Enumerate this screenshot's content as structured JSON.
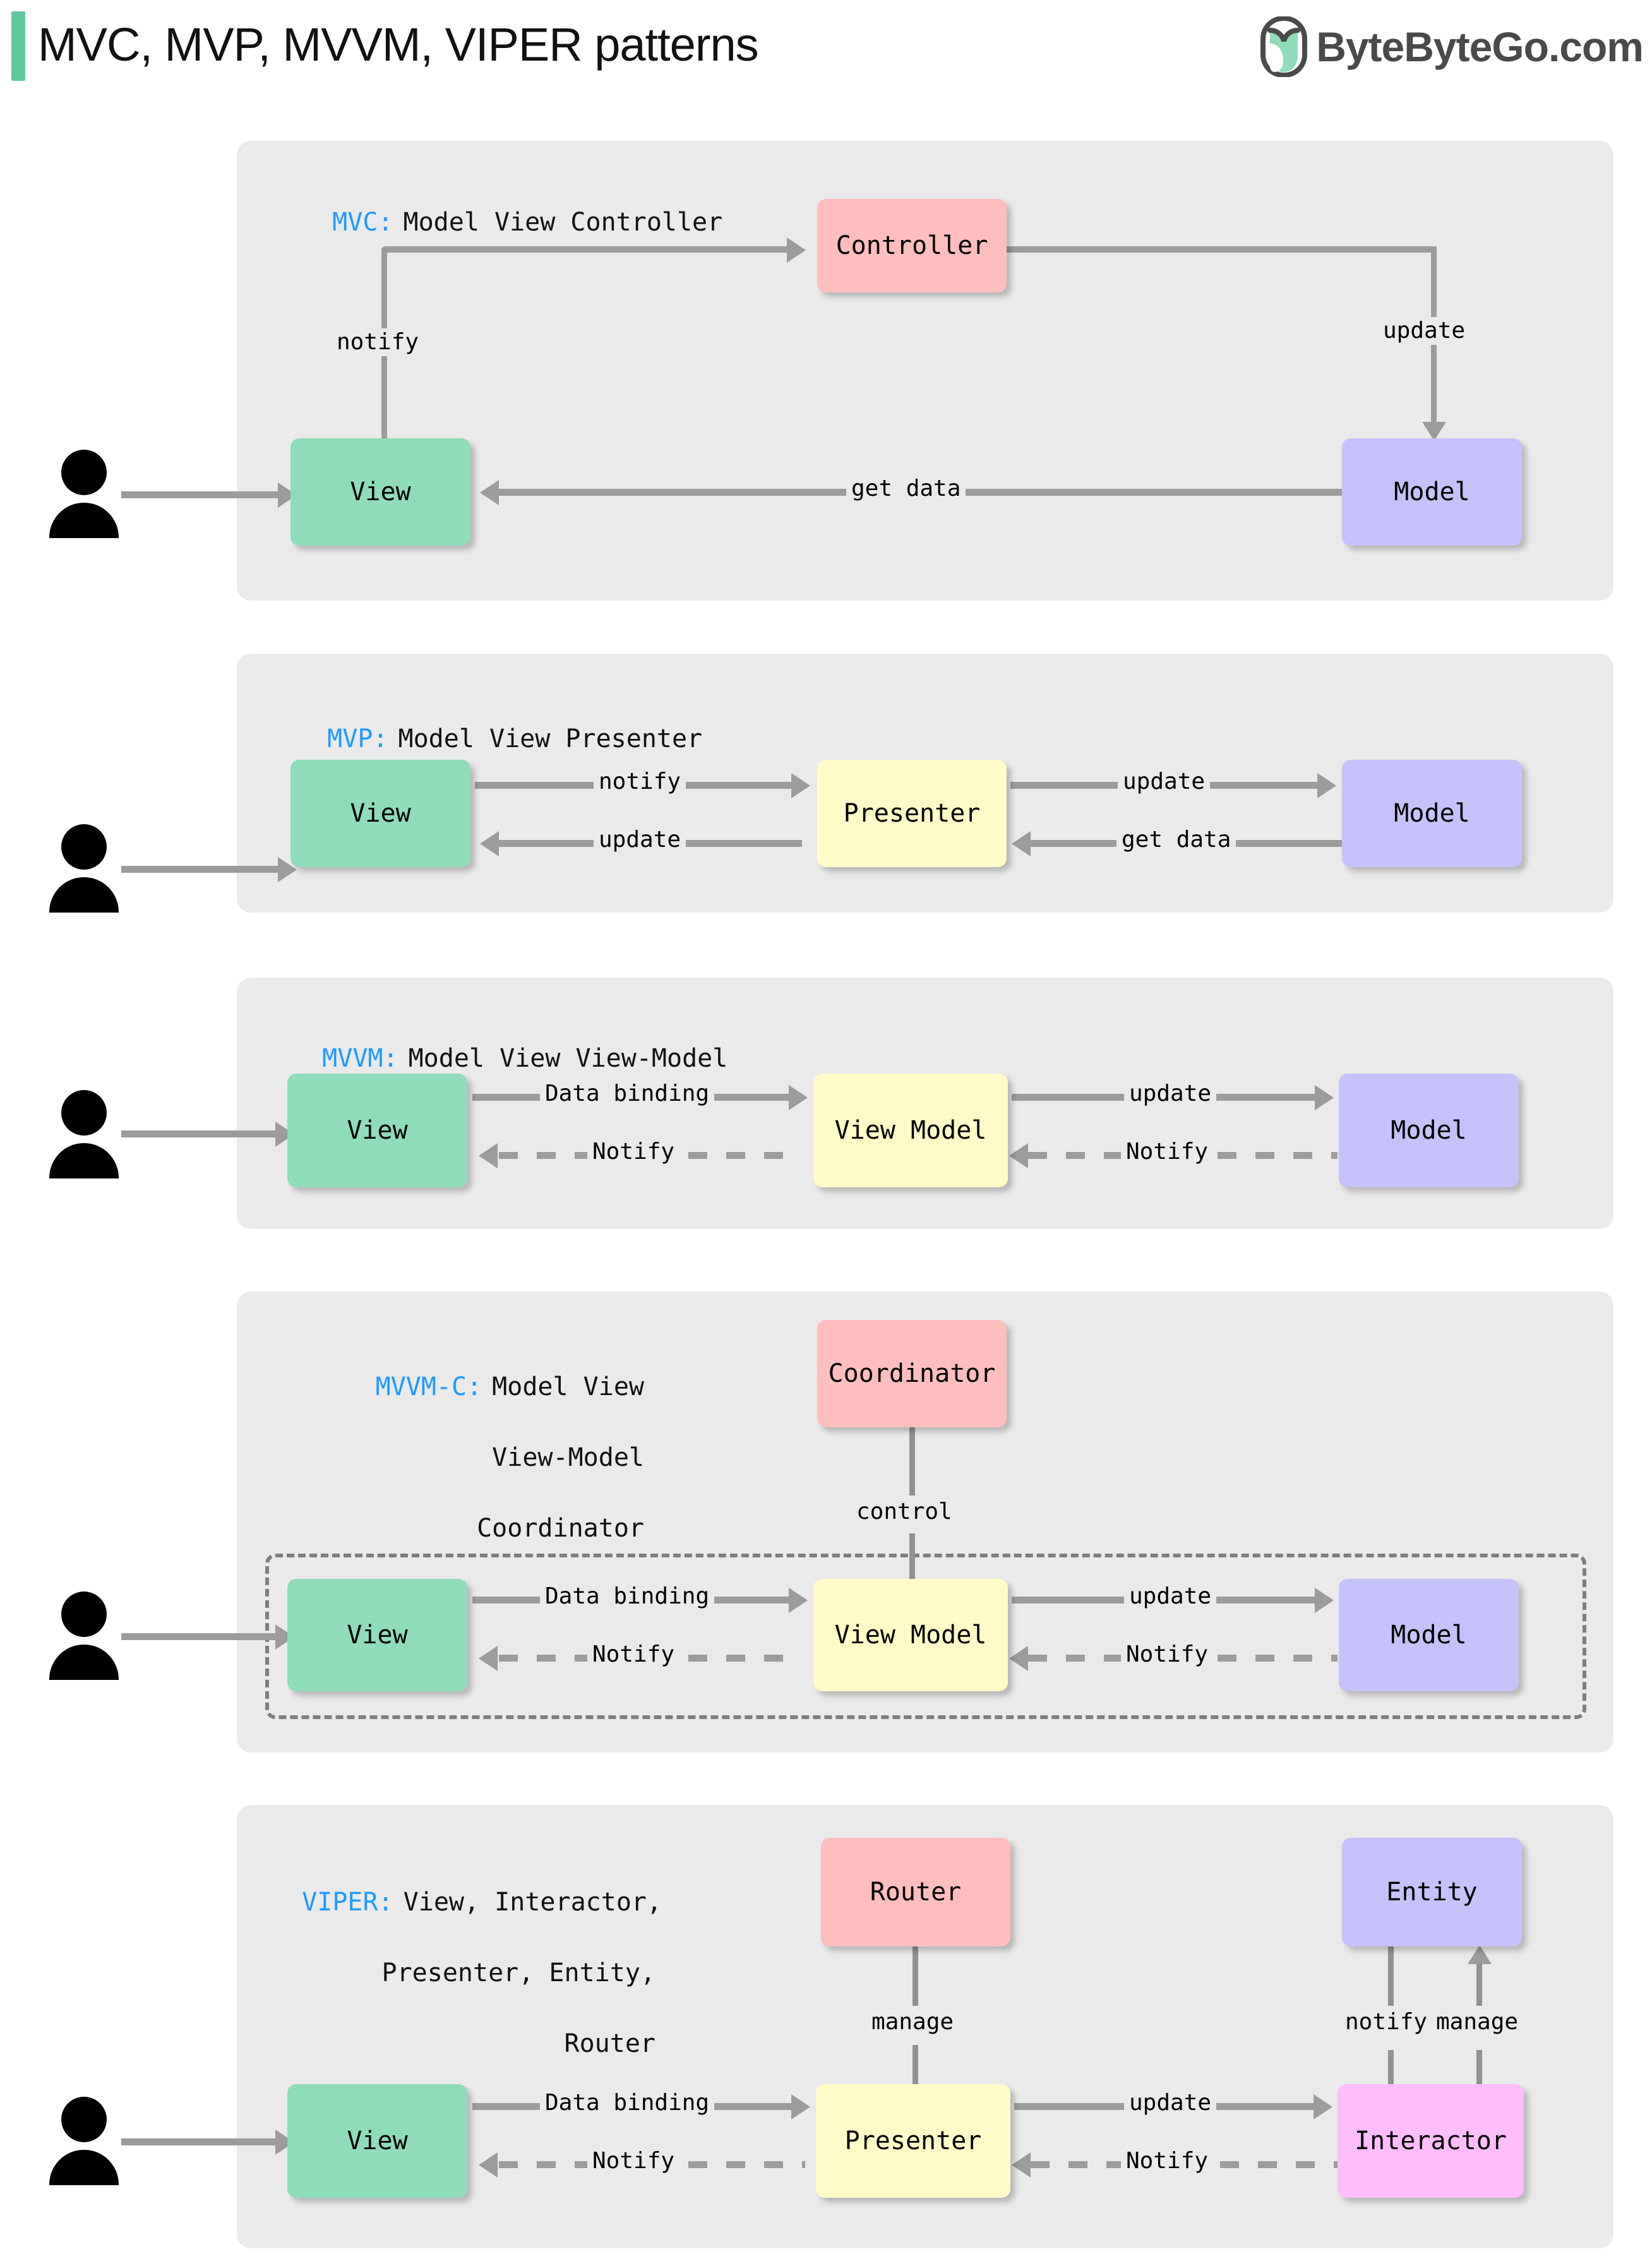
{
  "header": {
    "title": "MVC, MVP, MVVM, VIPER patterns",
    "brand": "ByteByteGo.com",
    "accent_color": "#5FC79D",
    "logo_name": "bytebytego-leaf-logo"
  },
  "palette": {
    "panel_bg": "#EAEAEA",
    "view": "#8FDCBA",
    "model": "#C5C2FB",
    "controller": "#FFBDBD",
    "presenter": "#FFFBC7",
    "interactor": "#FFBDFD",
    "arrow": "#9C9C9C",
    "keyword": "#1E9BFF"
  },
  "sections": [
    {
      "id": "mvc",
      "abbr": "MVC:",
      "expansion": "Model View Controller",
      "nodes": {
        "view": "View",
        "controller": "Controller",
        "model": "Model"
      },
      "edges": {
        "notify": "notify",
        "update": "update",
        "get_data": "get data"
      }
    },
    {
      "id": "mvp",
      "abbr": "MVP:",
      "expansion": "Model View Presenter",
      "nodes": {
        "view": "View",
        "presenter": "Presenter",
        "model": "Model"
      },
      "edges": {
        "notify": "notify",
        "update_right": "update",
        "update_left": "update",
        "get_data": "get data"
      }
    },
    {
      "id": "mvvm",
      "abbr": "MVVM:",
      "expansion": "Model View View-Model",
      "nodes": {
        "view": "View",
        "viewmodel": "View Model",
        "model": "Model"
      },
      "edges": {
        "data_binding": "Data binding",
        "update": "update",
        "notify_left": "Notify",
        "notify_right": "Notify"
      }
    },
    {
      "id": "mvvmc",
      "abbr": "MVVM-C:",
      "expansion_lines": [
        "Model View",
        "View-Model",
        "Coordinator"
      ],
      "nodes": {
        "coordinator": "Coordinator",
        "view": "View",
        "viewmodel": "View Model",
        "model": "Model"
      },
      "edges": {
        "control": "control",
        "data_binding": "Data binding",
        "update": "update",
        "notify_left": "Notify",
        "notify_right": "Notify"
      }
    },
    {
      "id": "viper",
      "abbr": "VIPER:",
      "expansion_lines": [
        "View, Interactor,",
        "Presenter, Entity,",
        "Router"
      ],
      "nodes": {
        "router": "Router",
        "entity": "Entity",
        "view": "View",
        "presenter": "Presenter",
        "interactor": "Interactor"
      },
      "edges": {
        "manage_router": "manage",
        "notify_entity": "notify",
        "manage_entity": "manage",
        "data_binding": "Data binding",
        "update": "update",
        "notify_left": "Notify",
        "notify_right": "Notify"
      }
    }
  ]
}
